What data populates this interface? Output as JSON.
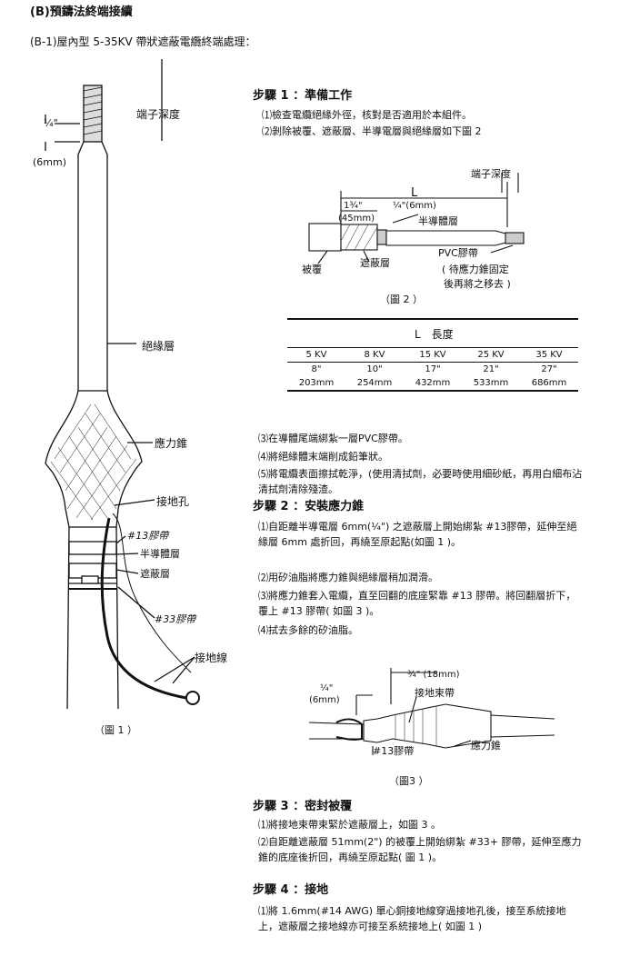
{
  "section_title": "(B)預鑄法終端接續",
  "subtitle": "(B-1)屋內型 5-35KV 帶狀遮蔽電纜終端處理：",
  "fig1": {
    "labels": {
      "terminal_depth": "端子深度",
      "quarter": "¼\"",
      "six_mm": "(6mm)",
      "insulation": "絕緣層",
      "stress_cone": "應力錐",
      "ground_hole": "接地孔",
      "tape13": "#13膠帶",
      "semicon": "半導體層",
      "shield": "遮蔽層",
      "tape33": "#33膠帶",
      "ground_wire": "接地線"
    },
    "caption": "（圖 1 ）"
  },
  "step1": {
    "title": "步驟 1 ：準備工作",
    "items": [
      "⑴檢查電纜絕緣外徑，核對是否適用於本組件。",
      "⑵剝除被覆、遮蔽層、半導電層與絕緣層如下圖 2"
    ]
  },
  "fig2": {
    "labels": {
      "terminal_depth": "端子深度",
      "L": "L",
      "one_three_quarter": "1¾\"",
      "forty_five_mm": "(45mm)",
      "quarter_6mm": "¼\"(6mm)",
      "semicon": "半導體層",
      "pvc_tape": "PVC膠帶",
      "note1": "( 待應力錐固定",
      "note2": "後再將之移去 )",
      "jacket": "被覆",
      "shield": "遮蔽層"
    },
    "caption": "（圖 2 ）"
  },
  "length_table": {
    "title": "L　長度",
    "headers": [
      "5 KV",
      "8 KV",
      "15 KV",
      "25 KV",
      "35 KV"
    ],
    "inches": [
      "8\"",
      "10\"",
      "17\"",
      "21\"",
      "27\""
    ],
    "mm": [
      "203mm",
      "254mm",
      "432mm",
      "533mm",
      "686mm"
    ]
  },
  "step1_more": [
    "⑶在導體尾端綁紮一層PVC膠帶。",
    "⑷將絕緣體末端削成鉛筆狀。",
    "⑸將電纜表面擦拭乾淨，(使用清拭劑，必要時使用細砂紙，再用白細布沾清拭劑清除殘渣。"
  ],
  "step2": {
    "title": "步驟 2 ：安裝應力錐",
    "items": [
      "⑴自距離半導電層 6mm(¼\") 之遮蔽層上開始綁紮 #13膠帶，延伸至絕緣層 6mm 處折回，再繞至原起點(如圖 1 )。",
      "⑵用矽油脂將應力錐與絕緣層稍加潤滑。",
      "⑶將應力錐套入電纜，直至回翻的底座緊靠 #13 膠帶。將回翻層折下，覆上 #13 膠帶( 如圖 3 )。",
      "⑷拭去多餘的矽油脂。"
    ]
  },
  "fig3": {
    "labels": {
      "three_quarter": "¾\" (18mm)",
      "quarter": "¼\"",
      "six_mm": "(6mm)",
      "ground_strap": "接地束帶",
      "tape13": "#13膠帶",
      "stress_cone": "應力錐"
    },
    "caption": "（圖3 ）"
  },
  "step3": {
    "title": "步驟 3 ：密封被覆",
    "items": [
      "⑴將接地束帶束緊於遮蔽層上，如圖 3 。",
      "⑵自距離遮蔽層 51mm(2\") 的被覆上開始綁紮 #33+ 膠帶，延伸至應力錐的底座後折回，再繞至原起點( 圖 1 )。"
    ]
  },
  "step4": {
    "title": "步驟 4 ：接地",
    "items": [
      "⑴將 1.6mm(#14 AWG) 單心銅接地線穿過接地孔後，接至系統接地上，遮蔽層之接地線亦可接至系統接地上( 如圖 1 )"
    ]
  }
}
